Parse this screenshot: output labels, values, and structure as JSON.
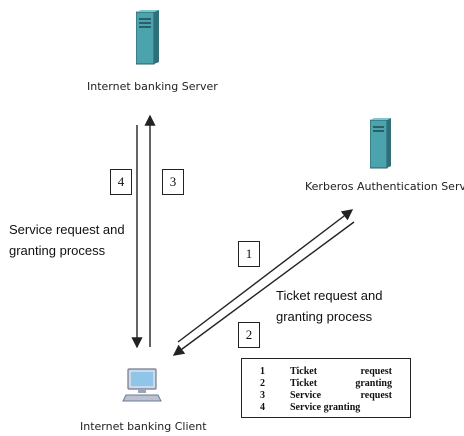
{
  "nodes": {
    "server": {
      "label": "Internet banking Server",
      "icon": "server-tower-icon"
    },
    "kerberos": {
      "label": "Kerberos Authentication Server",
      "icon": "server-tower-icon"
    },
    "client": {
      "label": "Internet banking Client",
      "icon": "computer-monitor-icon"
    }
  },
  "processes": {
    "service": {
      "line1": "Service request and",
      "line2": "granting process"
    },
    "ticket": {
      "line1": "Ticket request and",
      "line2": "granting process"
    }
  },
  "steps": {
    "s1": "1",
    "s2": "2",
    "s3": "3",
    "s4": "4"
  },
  "legend": [
    {
      "num": "1",
      "w1": "Ticket",
      "w2": "request"
    },
    {
      "num": "2",
      "w1": "Ticket",
      "w2": "granting"
    },
    {
      "num": "3",
      "w1": "Service",
      "w2": "request"
    },
    {
      "num": "4",
      "w1": "Service granting",
      "w2": ""
    }
  ],
  "colors": {
    "server_front": "#4aa3ad",
    "server_side": "#2e6f78",
    "arrow": "#222222"
  }
}
